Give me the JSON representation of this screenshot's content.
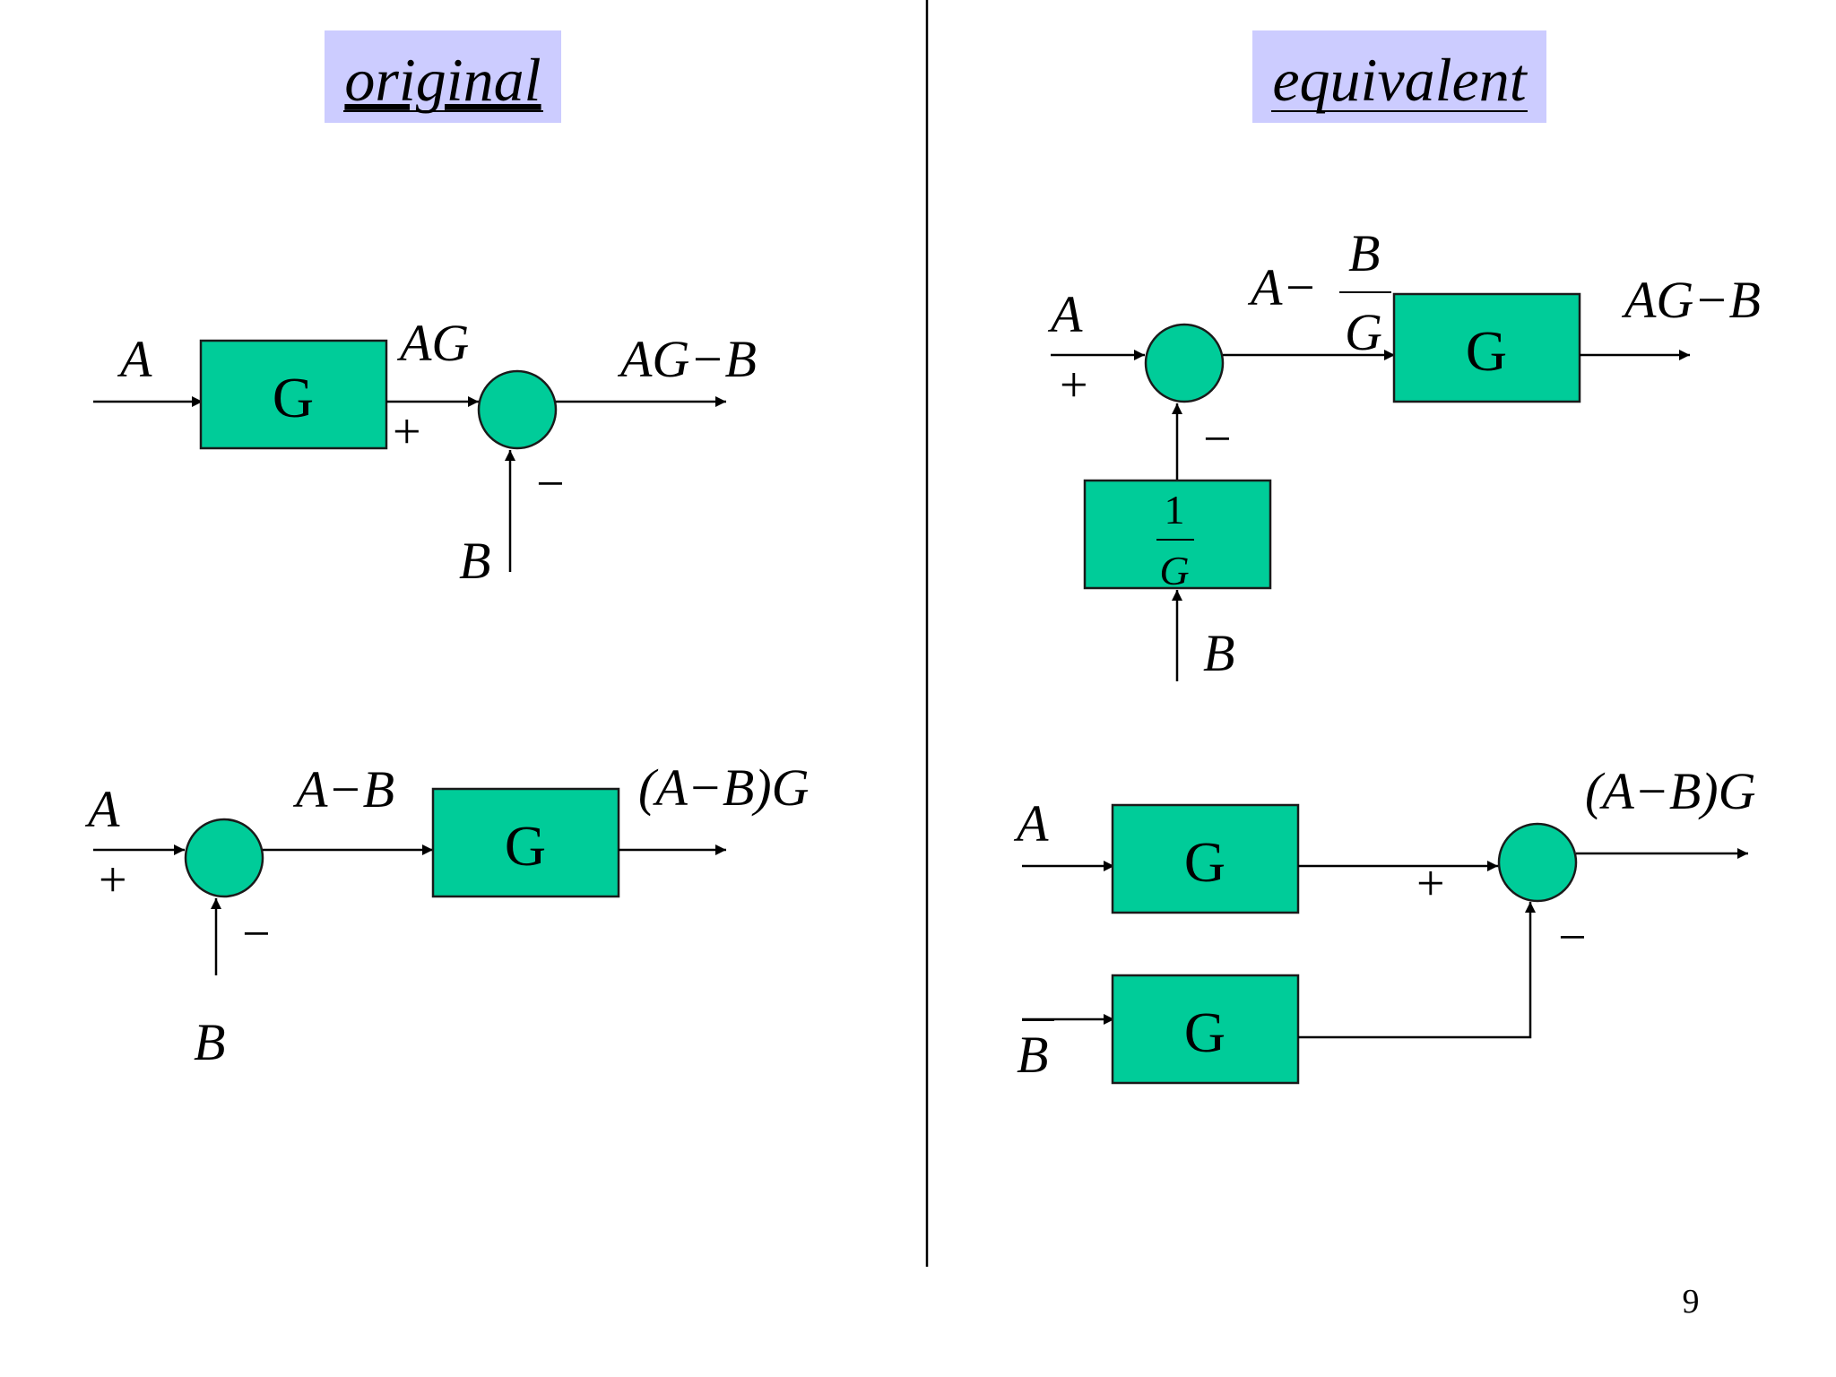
{
  "titles": {
    "left": "original",
    "right": "equivalent"
  },
  "block_label": "G",
  "signals": {
    "a": "A",
    "b": "B",
    "ag": "AG",
    "ag_minus_b": "AG−B",
    "a_minus_b": "A−B",
    "a_minus_b_times_g": "(A−B)G",
    "a_minus": "A−",
    "b_over_g_num": "B",
    "b_over_g_den": "G"
  },
  "inverse_block": {
    "numerator": "1",
    "denominator": "G"
  },
  "signs": {
    "plus": "+",
    "minus": "−"
  },
  "page_number": "9",
  "colors": {
    "block_fill": "#00cc99",
    "title_background": "#ccccff"
  }
}
